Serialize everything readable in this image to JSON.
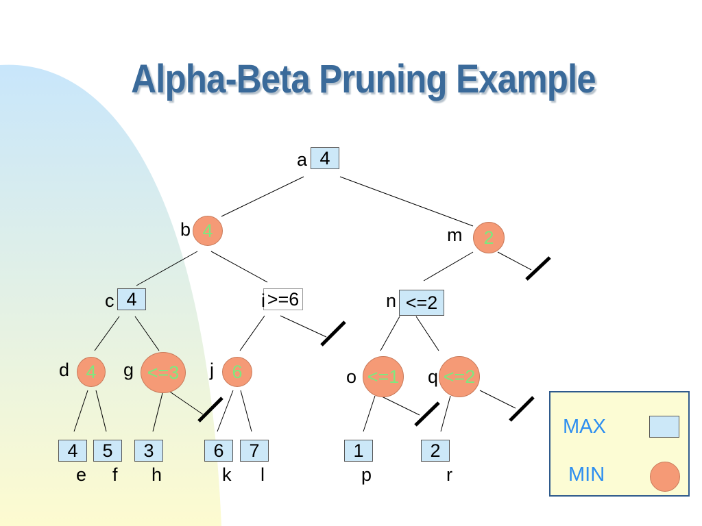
{
  "title": "Alpha-Beta Pruning Example",
  "nodes": {
    "a": {
      "name": "a",
      "value": "4"
    },
    "b": {
      "name": "b",
      "value": "4"
    },
    "m": {
      "name": "m",
      "value": "2"
    },
    "c": {
      "name": "c",
      "value": "4"
    },
    "i": {
      "name": "i",
      "value": ">=6"
    },
    "n": {
      "name": "n",
      "value": "<=2"
    },
    "d": {
      "name": "d",
      "value": "4"
    },
    "g": {
      "name": "g",
      "value": "<=3"
    },
    "j": {
      "name": "j",
      "value": "6"
    },
    "o": {
      "name": "o",
      "value": "<=1"
    },
    "q": {
      "name": "q",
      "value": "<=2"
    },
    "e": {
      "name": "e",
      "value": "4"
    },
    "f": {
      "name": "f",
      "value": "5"
    },
    "h": {
      "name": "h",
      "value": "3"
    },
    "k": {
      "name": "k",
      "value": "6"
    },
    "l": {
      "name": "l",
      "value": "7"
    },
    "p": {
      "name": "p",
      "value": "1"
    },
    "r": {
      "name": "r",
      "value": "2"
    }
  },
  "legend": {
    "max_label": "MAX",
    "min_label": "MIN"
  },
  "colors": {
    "max_fill": "#cce8f8",
    "min_fill": "#f59a76",
    "min_value_text": "#7ee87e",
    "title": "#3a6a9a",
    "legend_text": "#2d8ef0",
    "legend_bg": "#fcfcd4"
  }
}
